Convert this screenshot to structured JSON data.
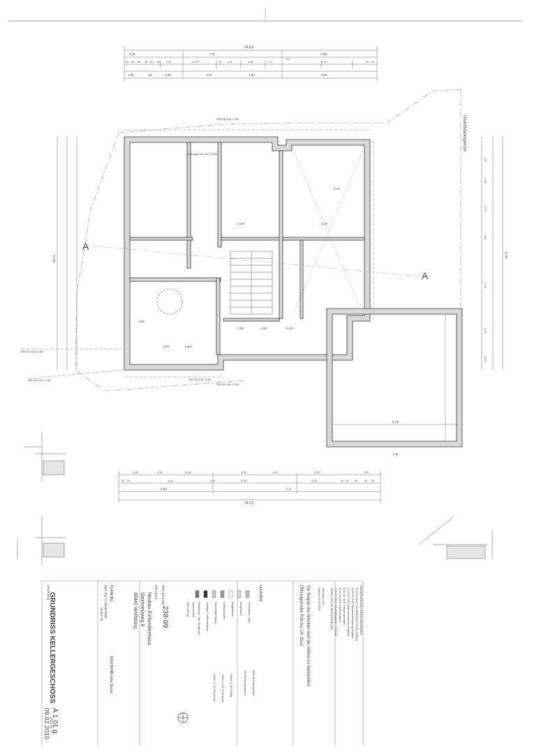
{
  "drawing": {
    "section_marker": "A",
    "top_overall": "14.21¹",
    "bottom_overall": "14.21¹",
    "right_overall": "11.99",
    "left_overall": "12.89",
    "top_chain_1": [
      "4.25",
      "7.3¹",
      "3.90"
    ],
    "top_chain_2": [
      "30",
      "30",
      "65",
      "30",
      "30",
      "52",
      "1.00",
      "2.13²",
      "24",
      "1.21",
      "1.00",
      "1.1²",
      "24",
      "4.39",
      "30",
      "30"
    ],
    "top_chain_3": [
      "1.25",
      "62",
      "1.00",
      "3.5²",
      "1.00",
      "5.59"
    ],
    "bottom_chain_1": [
      "4.26",
      "1.50",
      "3.54²",
      "2.05",
      "1.50",
      "4.01²",
      "1.00"
    ],
    "bottom_chain_2": [
      "30",
      "30",
      "4.64",
      "1.00",
      "5.38²",
      "3.20",
      "30",
      "30",
      "65",
      "30",
      "30"
    ],
    "bottom_chain_3": [
      "5.84",
      "7.1²"
    ],
    "right_chain": [
      "1.87",
      "1.00",
      "2.37",
      "1.00",
      "2.61",
      "1.04",
      "4.68"
    ],
    "room_dims": [
      "4.45",
      "2.25²",
      "2.84²",
      "1.50",
      "4.39",
      "6.79",
      "7.46",
      "3.42²",
      "2.35",
      "1.00",
      "4.15"
    ],
    "labels": {
      "plot_boundary": "Grundstücksgrenze",
      "drain_1": "RW DN 125 1:150",
      "drain_2": "Drainage DN 100 1:100",
      "drain_3": "RW DN 100 1:150",
      "drain_4": "RW DN 150 1:500",
      "drain_5": "SW DN 150 1:100",
      "drain_6": "RW DN 125 1:100"
    }
  },
  "title_block": {
    "revisions_heading": "ÄNDERUNGEN / ERGÄNZUNGEN",
    "revisions": [
      "a  21.01.2010 Veränderung Fenster ergänzt",
      "b  28.01.2010 Raumbezeichnung ergänzt",
      "c  03.02.2010 Wandanschlüsse ergänzt",
      "d  04.02.2010 Treppe geändert",
      "e  15.06.2010 Maße ergänzt",
      "f  09.02.2010 Geschäftsgrund. / Fenster"
    ],
    "index_header": "INDEX  DATUM  BESCHREIBUNG",
    "meta_1": "Maßstab  1:50",
    "meta_2": "Datum  15.05.2009",
    "notice_1": "Vor Beginn der Arbeiten sind die Höhen zu überprüfen!",
    "notice_2": "Öffnungsmaße Roh bis UK Sturz",
    "legend_heading": "LEGENDE",
    "legend_items": [
      "Porenbeton, Ziko",
      "Ziegelstein",
      "Ziegelbeton",
      "Kalksandstein",
      "Wärmedämmung",
      "Auflager, Lasteinleitung",
      "Stahlbeton, Stb.-Ringanker",
      "Sperrschicht",
      "RW-Leitung"
    ],
    "symbol_items": [
      "BRH Brüstungshöhe",
      "RA  Rohbaurichtmaß",
      "Höhe ü. OK Fertig",
      "Höhe ü. OK Rohdecke",
      "Höhe ü. OK Rohsohle"
    ],
    "project_label": "PROJEKT NR.",
    "project_no": "238-09",
    "project_heading": "PROJEKT",
    "project_desc": "Neubau Einfamilienhaus",
    "address_1": "Steinmelzweg 9",
    "address_2": "38442 Wolfsburg",
    "planner_heading": "PLANUNG",
    "planner_name": "Dipl.-Ing. Architekt BDB",
    "planner_street": "Straße Nr.",
    "client_heading": "BAUHERR",
    "client_name": "Gunbar Busse",
    "drawing_heading": "Zeichnung",
    "drawing_title": "GRUNDRISS KELLERGESCHOSS",
    "sheet_label": "Plan-Nr.",
    "sheet_no": "A 1 01 g",
    "sheet_date": "09.02.2010"
  }
}
